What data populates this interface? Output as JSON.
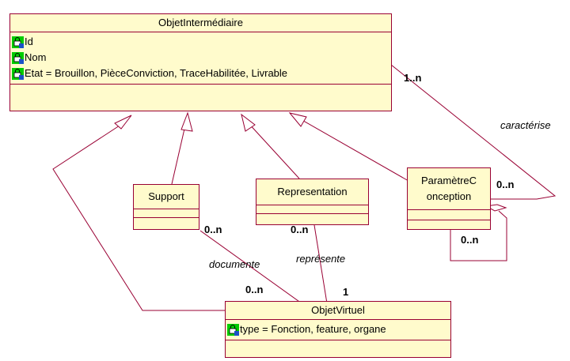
{
  "classes": {
    "objet_intermediaire": {
      "name": "ObjetIntermédiaire",
      "attributes": [
        "Id",
        "Nom",
        "Etat = Brouillon, PièceConviction, TraceHabilitée, Livrable"
      ]
    },
    "support": {
      "name": "Support"
    },
    "representation": {
      "name": "Representation"
    },
    "parametre_conception": {
      "name_line1": "ParamètreC",
      "name_line2": "onception"
    },
    "objet_virtuel": {
      "name": "ObjetVirtuel",
      "attributes": [
        "type = Fonction, feature, organe"
      ]
    }
  },
  "associations": {
    "caracterise": {
      "label": "caractérise",
      "mult_source": "1..n",
      "mult_target": "0..n"
    },
    "documente": {
      "label": "documente",
      "mult_support": "0..n",
      "mult_virtuel": "0..n"
    },
    "represente": {
      "label": "représente",
      "mult_representation": "0..n",
      "mult_virtuel": "1"
    },
    "self_aggregation": {
      "mult": "0..n"
    }
  },
  "icons": {
    "attribute_icon": "lock-attribute-icon"
  },
  "colors": {
    "box_fill": "#fffbcc",
    "line": "#990033",
    "icon_bg": "#00cc00"
  }
}
